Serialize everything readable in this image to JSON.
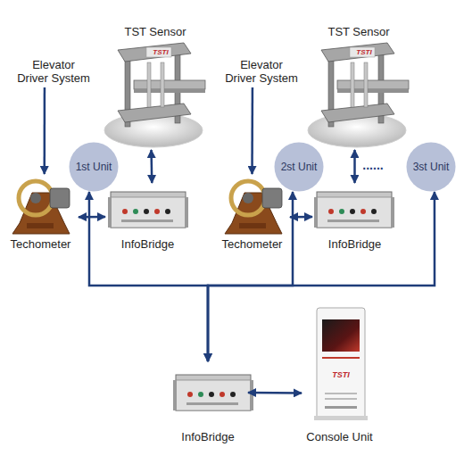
{
  "diagram": {
    "nodes": [
      {
        "text": [
          "Elevator Driver System"
        ]
      },
      {
        "text": [
          "TST Sensor"
        ]
      },
      {
        "text": [
          "1st Unit"
        ]
      },
      {
        "text": [
          "Techometer"
        ]
      },
      {
        "text": [
          "InfoBridge"
        ]
      },
      {
        "text": [
          "Elevator Driver System"
        ]
      },
      {
        "text": [
          "TST Sensor"
        ]
      },
      {
        "text": [
          "2st Unit"
        ]
      },
      {
        "text": [
          "Techometer"
        ]
      },
      {
        "text": [
          "InfoBridge"
        ]
      },
      {
        "text": [
          "3st Unit"
        ]
      },
      {
        "text": [
          "InfoBridge"
        ]
      },
      {
        "text": [
          "Console Unit"
        ]
      }
    ],
    "edges": [
      {
        "from": 0,
        "to": 3,
        "arrow": "to"
      },
      {
        "from": 1,
        "to": 4,
        "arrow": "both"
      },
      {
        "from": 3,
        "to": 4,
        "arrow": "both"
      },
      {
        "from": 5,
        "to": 8,
        "arrow": "to"
      },
      {
        "from": 6,
        "to": 9,
        "arrow": "both"
      },
      {
        "from": 8,
        "to": 9,
        "arrow": "both"
      },
      {
        "from": 11,
        "to": 2,
        "arrow": "both"
      },
      {
        "from": 11,
        "to": 7,
        "arrow": "both"
      },
      {
        "from": 11,
        "to": 10,
        "arrow": "both"
      },
      {
        "from": 11,
        "to": 12,
        "arrow": "both"
      }
    ],
    "labels": [
      "TSTI",
      "TSTI",
      "......",
      "TSTI"
    ]
  }
}
